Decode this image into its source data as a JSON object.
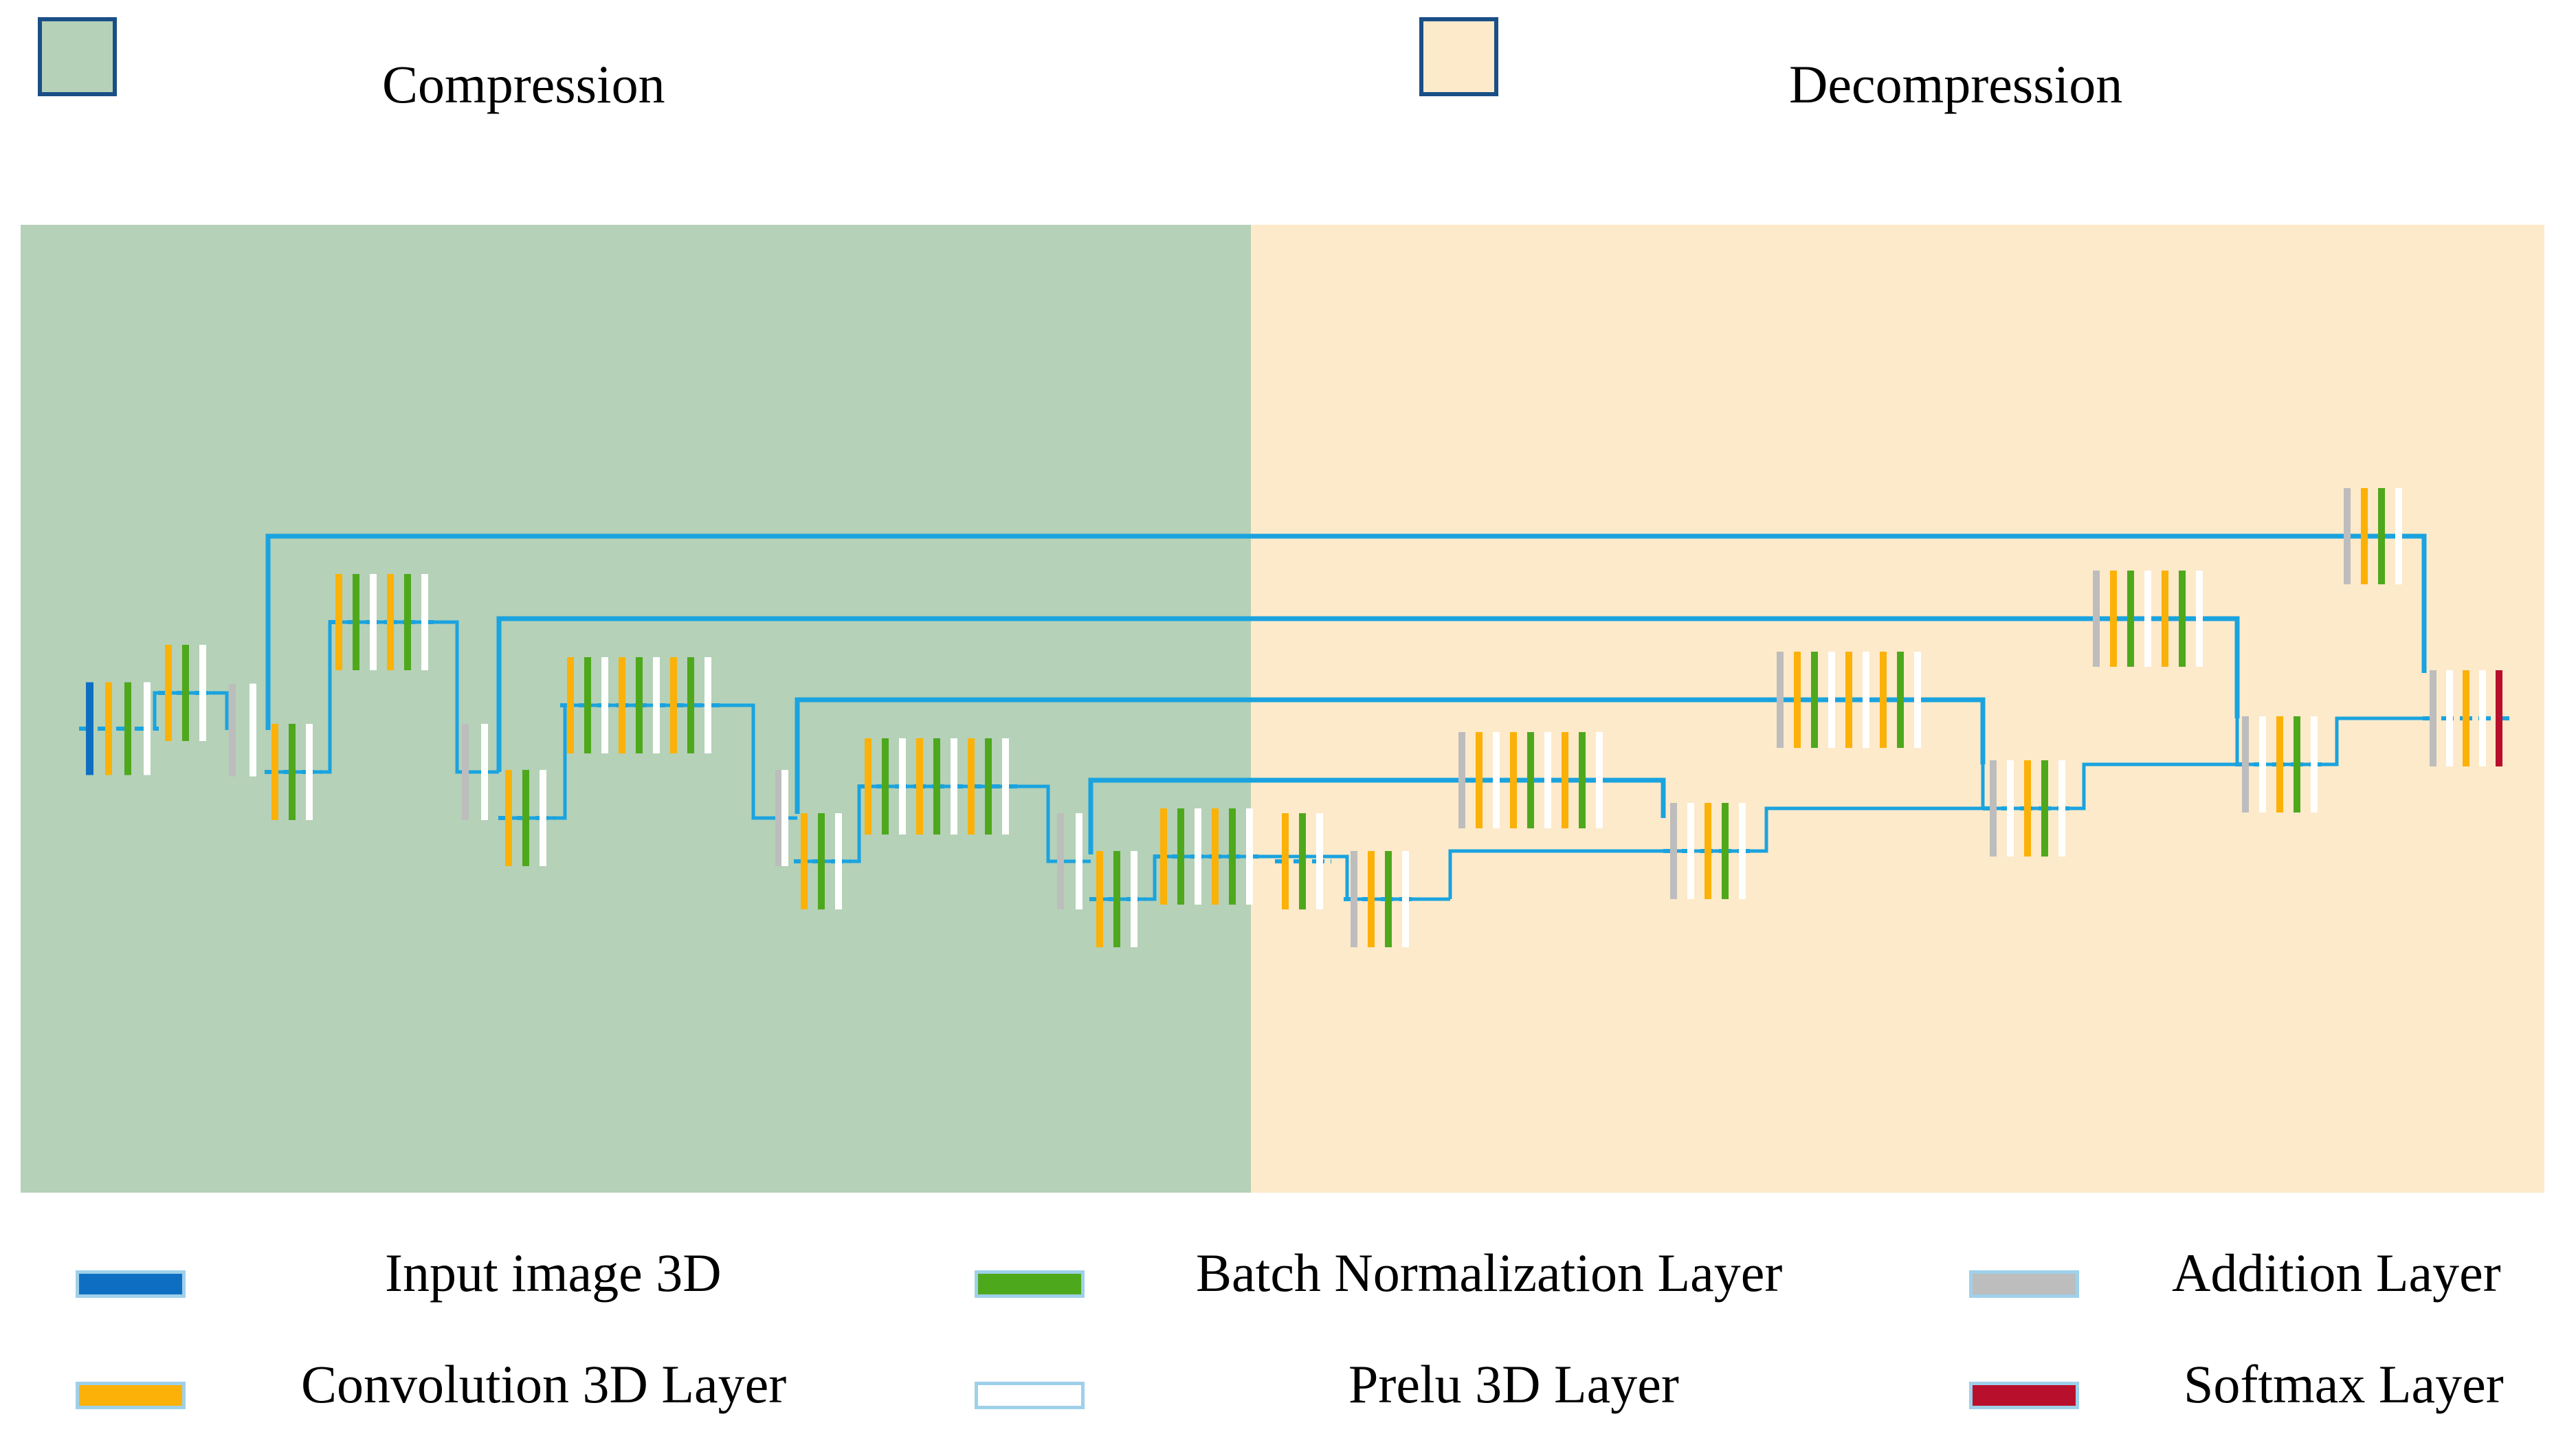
{
  "regions": {
    "compression": {
      "label": "Compression",
      "color": "#b5d1b8"
    },
    "decompression": {
      "label": "Decompression",
      "color": "#fdeaca"
    }
  },
  "legend": [
    {
      "key": "input",
      "label": "Input image 3D",
      "color": "#0e6fc2"
    },
    {
      "key": "conv",
      "label": "Convolution 3D Layer",
      "color": "#fbb107"
    },
    {
      "key": "bn",
      "label": "Batch Normalization Layer",
      "color": "#4ea81c"
    },
    {
      "key": "prelu",
      "label": "Prelu 3D Layer",
      "color": "#ffffff"
    },
    {
      "key": "add",
      "label": "Addition Layer",
      "color": "#bdbdbd"
    },
    {
      "key": "softmax",
      "label": "Softmax Layer",
      "color": "#b8102c"
    }
  ],
  "connector_color": "#1aa3df"
}
